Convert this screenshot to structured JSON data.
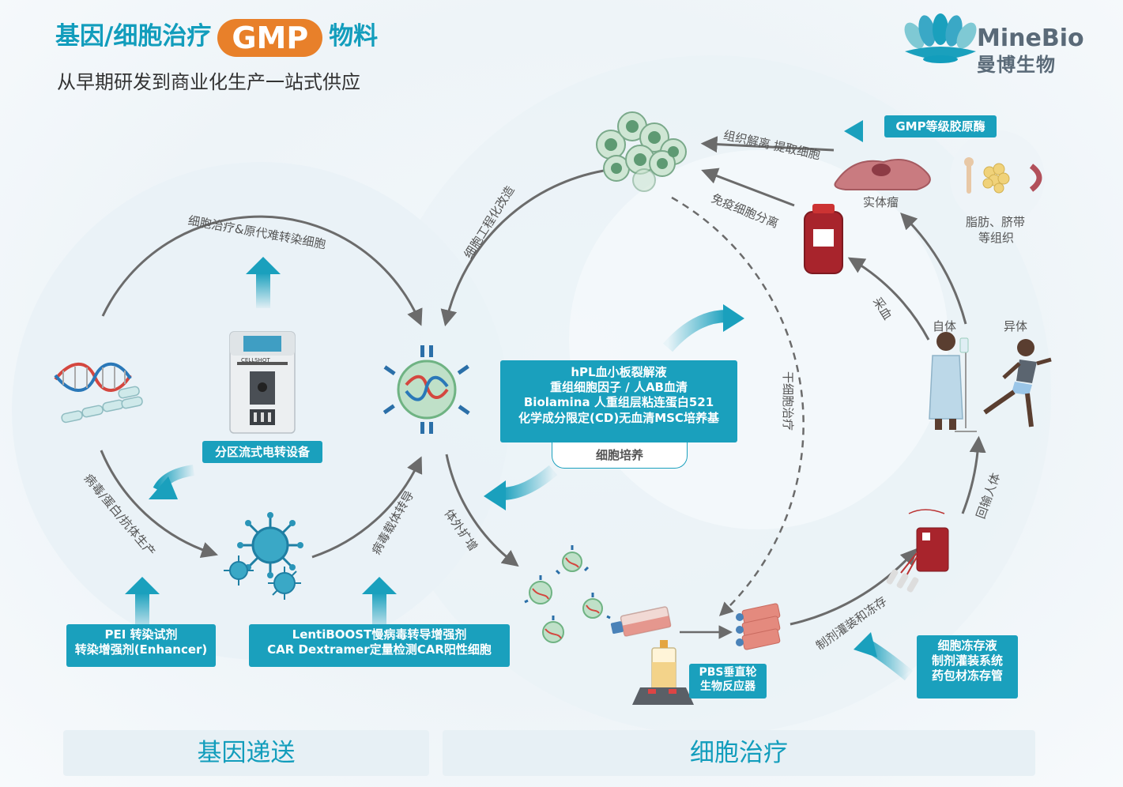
{
  "header": {
    "title_pre": "基因/细胞治疗",
    "title_pill": "GMP",
    "title_post": "物料",
    "subtitle": "从早期研发到商业化生产一站式供应"
  },
  "brand": {
    "name_en": "MineBio",
    "name_cn": "曼博生物",
    "color": "#5a6a78"
  },
  "colors": {
    "accent": "#1aa0bd",
    "title": "#129dbc",
    "pill": "#e8802a",
    "arrow": "#6b6b6b"
  },
  "labels": {
    "cell_therapy_hard": "细胞治疗&原代难转染细胞",
    "cell_engineering": "细胞工程化改造",
    "tissue_dissociation": "组织解离 提取细胞",
    "immune_separation": "免疫细胞分离",
    "solid_tumor": "实体瘤",
    "fat_tissue_line1": "脂肪、脐带",
    "fat_tissue_line2": "等组织",
    "blood_collection": "采血",
    "autologous": "自体",
    "allogeneic": "异体",
    "infusion": "回输人体",
    "stem_cell": "干细胞治疗",
    "fill_freeze": "制剂灌装和冻存",
    "expansion": "体外扩增",
    "viral_transduction": "病毒载体转导",
    "virus_production": "病毒/蛋白/抗体生产",
    "cell_culture": "细胞培养"
  },
  "boxes": {
    "collagenase": "GMP等级胶原酶",
    "electroporation": "分区流式电转设备",
    "culture_lines": [
      "hPL血小板裂解液",
      "重组细胞因子 / 人AB血清",
      "Biolamina 人重组层粘连蛋白521",
      "化学成分限定(CD)无血清MSC培养基"
    ],
    "pei_lines": [
      "PEI 转染试剂",
      "转染增强剂(Enhancer)"
    ],
    "lenti_lines": [
      "LentiBOOST慢病毒转导增强剂",
      "CAR Dextramer定量检测CAR阳性细胞"
    ],
    "pbs_lines": [
      "PBS垂直轮",
      "生物反应器"
    ],
    "freeze_lines": [
      "细胞冻存液",
      "制剂灌装系统",
      "药包材冻存管"
    ]
  },
  "device": {
    "brand": "CELLSHOT"
  },
  "sections": {
    "gene_delivery": "基因递送",
    "cell_therapy": "细胞治疗"
  }
}
